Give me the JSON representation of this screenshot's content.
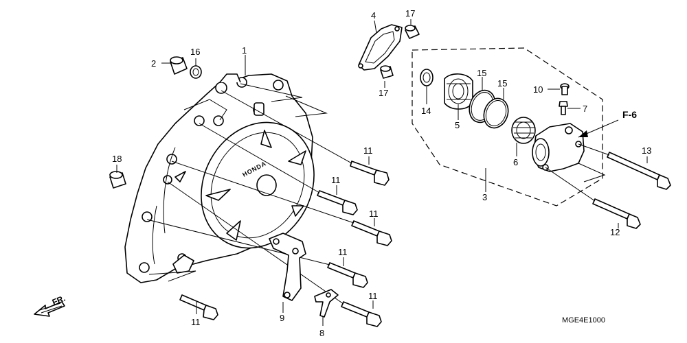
{
  "diagram": {
    "title": "",
    "callouts": [
      "1",
      "2",
      "16",
      "4",
      "17",
      "17",
      "18",
      "11",
      "11",
      "11",
      "11",
      "11",
      "11",
      "9",
      "8",
      "3",
      "14",
      "5",
      "15",
      "15",
      "10",
      "7",
      "6",
      "13",
      "12"
    ],
    "reference": "F-6",
    "front_label": "FR.",
    "drawing_code": "MGE4E1000",
    "cover_logo": "HONDA"
  }
}
